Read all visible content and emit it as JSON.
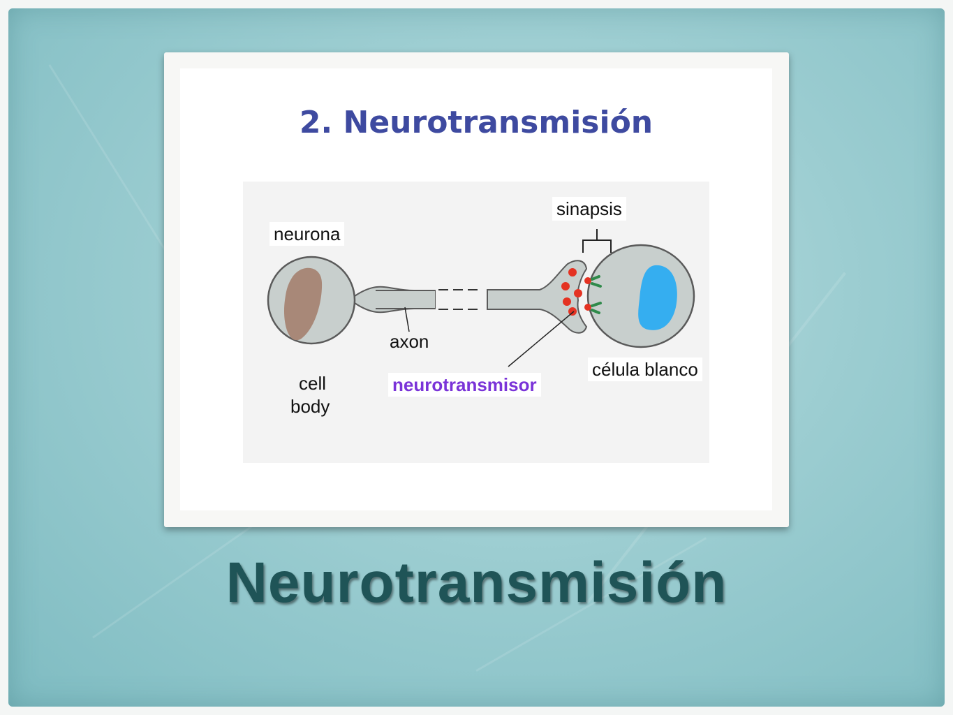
{
  "slide": {
    "title": "Neurotransmisión"
  },
  "diagram": {
    "title": "2. Neurotransmisión",
    "labels": {
      "neuron": "neurona",
      "synapse": "sinapsis",
      "axon": "axon",
      "cell_body_line1": "cell",
      "cell_body_line2": "body",
      "neurotransmitter": "neurotransmisor",
      "target_cell": "célula blanco"
    },
    "colors": {
      "background": "#9ccdd1",
      "title_text": "#1f5457",
      "diagram_title": "#3e4aa0",
      "cell_fill": "#c8cfcd",
      "nucleus_neuron": "#a88878",
      "nucleus_target": "#35aef0",
      "neurotransmitter": "#e43222",
      "receptor": "#2f8a4a",
      "label_accent": "#7a33d8"
    }
  }
}
